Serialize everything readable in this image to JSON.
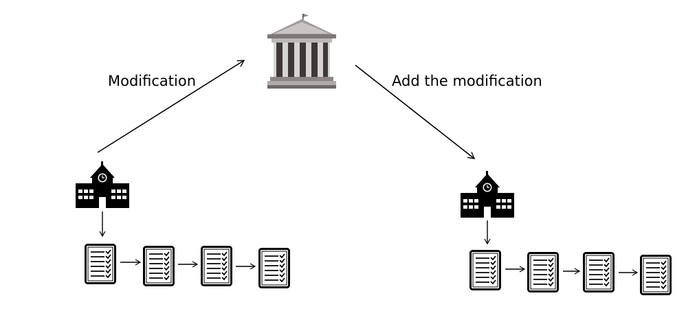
{
  "labels": {
    "modification": "Modification",
    "add_modification": "Add the modification"
  },
  "colors": {
    "ink": "#000000",
    "building_gray": "#8f8a8a",
    "building_dark": "#3a3434",
    "building_light": "#cfcccc"
  },
  "icons": {
    "central": "government-building-icon",
    "node": "school-building-icon",
    "record": "document-checklist-icon"
  },
  "chains": {
    "left_record_count": 4,
    "right_record_count": 4
  }
}
